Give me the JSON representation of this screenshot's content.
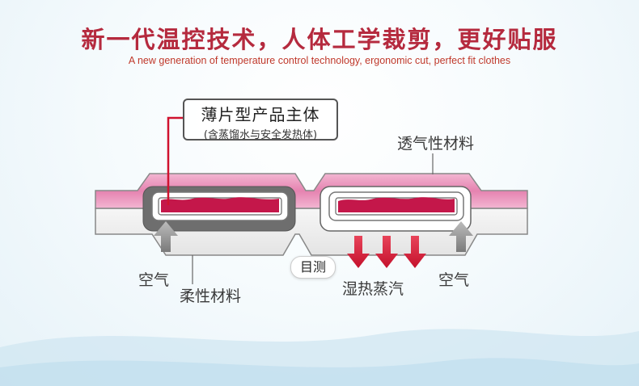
{
  "header": {
    "title": "新一代温控技术，人体工学裁剪，更好贴服",
    "subtitle": "A new generation of temperature control technology, ergonomic cut, perfect fit clothes"
  },
  "labels": {
    "product_main": "薄片型产品主体",
    "product_note": "(含蒸馏水与安全发热体)",
    "breathable": "透气性材料",
    "air_left": "空气",
    "soft_material": "柔性材料",
    "visual": "目测",
    "steam": "湿热蒸汽",
    "air_right": "空气"
  },
  "colors": {
    "title": "#b52a3e",
    "breathable_band": "#e389b4",
    "heat_pad": "#c4174a",
    "arrow_red": "#d0122f",
    "arrow_grey": "#8a8a8a",
    "leader_line": "#d0122f"
  }
}
